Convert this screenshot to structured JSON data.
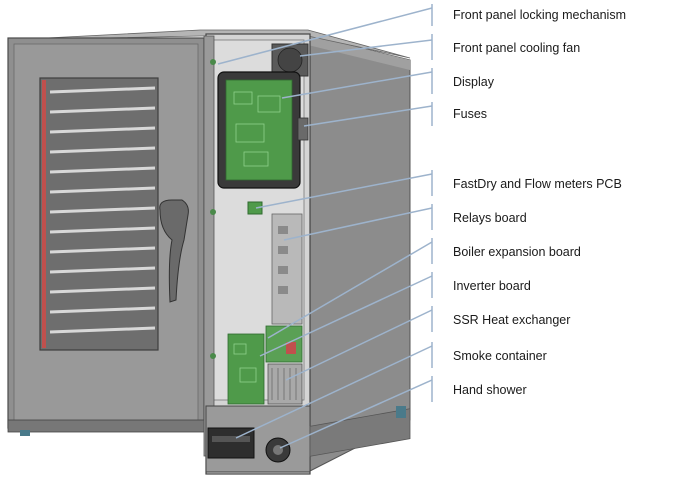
{
  "labels": [
    {
      "id": "front-panel-locking-mechanism",
      "text": "Front panel locking mechanism"
    },
    {
      "id": "front-panel-cooling-fan",
      "text": "Front panel cooling fan"
    },
    {
      "id": "display",
      "text": "Display"
    },
    {
      "id": "fuses",
      "text": "Fuses"
    },
    {
      "id": "fastdry-flow-meters-pcb",
      "text": "FastDry and Flow meters PCB"
    },
    {
      "id": "relays-board",
      "text": "Relays board"
    },
    {
      "id": "boiler-expansion-board",
      "text": "Boiler expansion board"
    },
    {
      "id": "inverter-board",
      "text": "Inverter board"
    },
    {
      "id": "ssr-heat-exchanger",
      "text": "SSR Heat exchanger"
    },
    {
      "id": "smoke-container",
      "text": "Smoke container"
    },
    {
      "id": "hand-shower",
      "text": "Hand shower"
    }
  ],
  "colors": {
    "leader_line": "#9db3cc",
    "oven_body": "#8a8a8a",
    "pcb_green": "#4f9a4a",
    "door_seal": "#c0504d"
  }
}
